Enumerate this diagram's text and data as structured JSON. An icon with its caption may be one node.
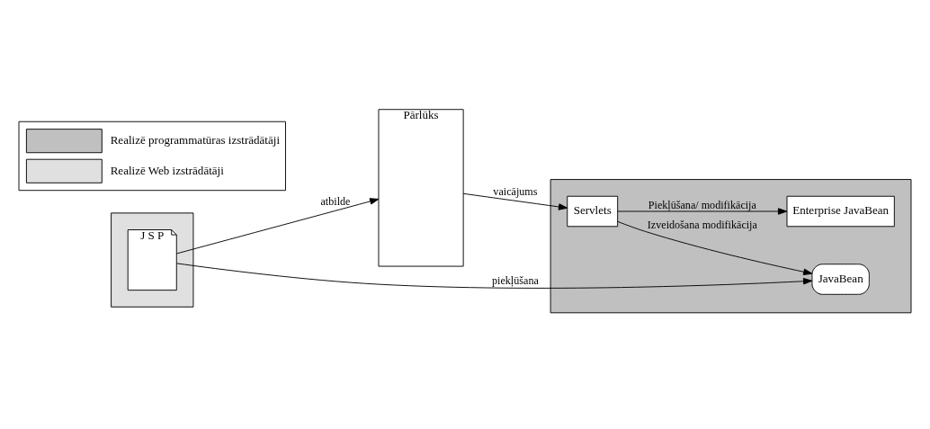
{
  "diagram": {
    "nodes": [
      {
        "text": [
          "Pārlūks"
        ]
      },
      {
        "text": [],
        "shape": "box"
      },
      {
        "text": [
          "Servlets"
        ],
        "in": 1
      },
      {
        "text": [
          "JavaBean"
        ],
        "in": 1
      },
      {
        "text": [
          "Enterprise JavaBean"
        ],
        "in": 1
      },
      {
        "text": [],
        "shape": "box"
      },
      {
        "text": [
          "J S P"
        ],
        "in": 5
      }
    ],
    "edges": [
      {
        "from": 0,
        "to": 2,
        "arrow": "to",
        "label": "vaicājums"
      },
      {
        "from": 2,
        "to": 4,
        "arrow": "to",
        "label": "Piekļūšana/ modifikācija"
      },
      {
        "from": 2,
        "to": 3,
        "arrow": "to",
        "label": "Izveidošana modifikācija"
      },
      {
        "from": 6,
        "to": 3,
        "arrow": "to",
        "label": "piekļūšana"
      },
      {
        "from": 6,
        "to": 0,
        "arrow": "to",
        "label": "atbilde"
      }
    ],
    "legend": [
      {
        "text": "Realizē programmatūras izstrādātāji",
        "color": "#c0c0c0"
      },
      {
        "text": "Realizē Web izstrādātāji",
        "color": "#e0e0e0"
      }
    ]
  }
}
